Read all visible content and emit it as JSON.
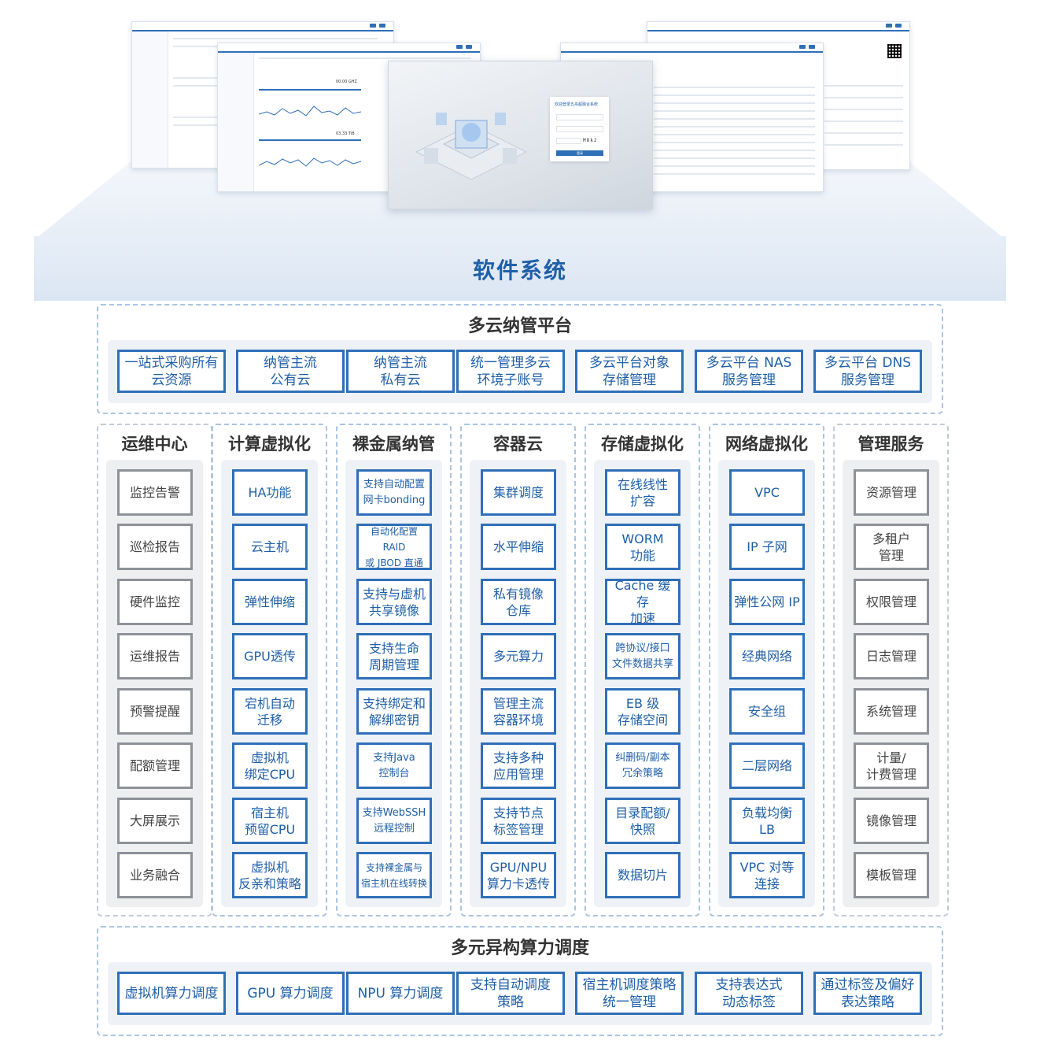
{
  "band_title": "软件系统",
  "screens": {
    "login_title": "欢迎登录五舟超融合系统",
    "login_button": "登录",
    "captcha": "M8k2",
    "dashboard_cpu_value": "00.00 GHZ",
    "dashboard_storage_value": "03.33 TiB"
  },
  "multi_cloud": {
    "title": "多云纳管平台",
    "items": [
      "一站式采购所有\n云资源",
      "纳管主流\n公有云",
      "纳管主流\n私有云",
      "统一管理多云\n环境子账号",
      "多云平台对象\n存储管理",
      "多云平台 NAS\n服务管理",
      "多云平台 DNS\n服务管理"
    ]
  },
  "columns": [
    {
      "title": "运维中心",
      "style": "gray",
      "items": [
        "监控告警",
        "巡检报告",
        "硬件监控",
        "运维报告",
        "预警提醒",
        "配额管理",
        "大屏展示",
        "业务融合"
      ]
    },
    {
      "title": "计算虚拟化",
      "style": "blue",
      "items": [
        "HA功能",
        "云主机",
        "弹性伸缩",
        "GPU透传",
        "宕机自动\n迁移",
        "虚拟机\n绑定CPU",
        "宿主机\n预留CPU",
        "虚拟机\n反亲和策略"
      ]
    },
    {
      "title": "裸金属纳管",
      "style": "blue",
      "items": [
        "支持自动配置\n网卡bonding",
        "自动化配置 RAID\n或 JBOD 直通",
        "支持与虚机\n共享镜像",
        "支持生命\n周期管理",
        "支持绑定和\n解绑密钥",
        "支持Java\n控制台",
        "支持WebSSH\n远程控制",
        "支持裸金属与\n宿主机在线转换"
      ]
    },
    {
      "title": "容器云",
      "style": "blue",
      "items": [
        "集群调度",
        "水平伸缩",
        "私有镜像\n仓库",
        "多元算力",
        "管理主流\n容器环境",
        "支持多种\n应用管理",
        "支持节点\n标签管理",
        "GPU/NPU\n算力卡透传"
      ]
    },
    {
      "title": "存储虚拟化",
      "style": "blue",
      "items": [
        "在线线性\n扩容",
        "WORM\n功能",
        "Cache 缓存\n加速",
        "跨协议/接口\n文件数据共享",
        "EB 级\n存储空间",
        "纠删码/副本\n冗余策略",
        "目录配额/\n快照",
        "数据切片"
      ]
    },
    {
      "title": "网络虚拟化",
      "style": "blue",
      "items": [
        "VPC",
        "IP 子网",
        "弹性公网 IP",
        "经典网络",
        "安全组",
        "二层网络",
        "负载均衡\nLB",
        "VPC 对等\n连接"
      ]
    },
    {
      "title": "管理服务",
      "style": "gray",
      "items": [
        "资源管理",
        "多租户\n管理",
        "权限管理",
        "日志管理",
        "系统管理",
        "计量/\n计费管理",
        "镜像管理",
        "模板管理"
      ]
    }
  ],
  "scheduling": {
    "title": "多元异构算力调度",
    "items": [
      "虚拟机算力调度",
      "GPU 算力调度",
      "NPU 算力调度",
      "支持自动调度\n策略",
      "宿主机调度策略\n统一管理",
      "支持表达式\n动态标签",
      "通过标签及偏好\n表达策略"
    ]
  },
  "colors": {
    "accent": "#2f6fb8",
    "title_blue": "#1f5fa8",
    "gray_border": "#8d9299"
  }
}
